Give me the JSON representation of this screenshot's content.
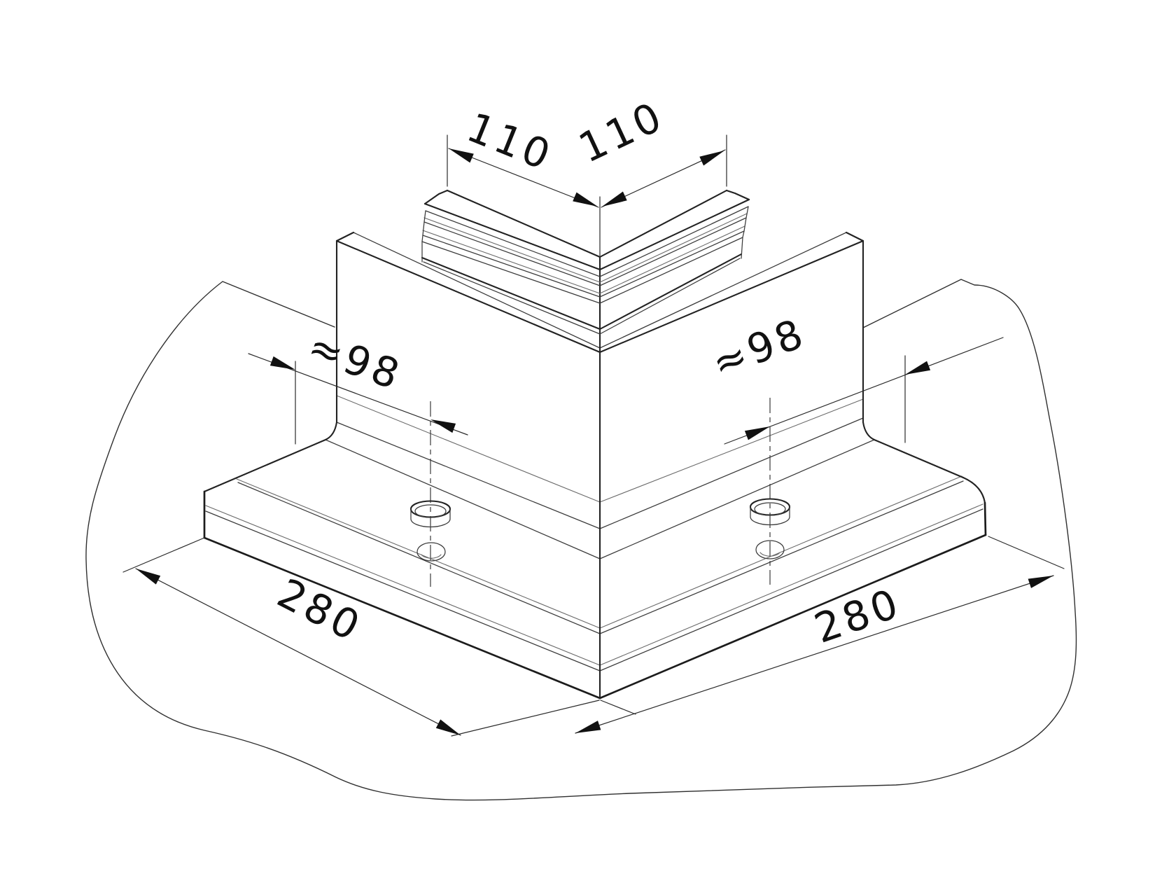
{
  "drawing": {
    "kind": "isometric technical drawing",
    "subject": "outside corner profile piece with base flange, cove, wall panel and cap molding",
    "units": "mm",
    "background": "#ffffff",
    "line_color": "#1c1c1c"
  },
  "dimensions": {
    "cap_width_left": {
      "label": "110"
    },
    "cap_width_right": {
      "label": "110"
    },
    "hole_offset_left": {
      "label": "≈98"
    },
    "hole_offset_right": {
      "label": "≈98"
    },
    "base_width_left": {
      "label": "280"
    },
    "base_width_right": {
      "label": "280"
    }
  }
}
